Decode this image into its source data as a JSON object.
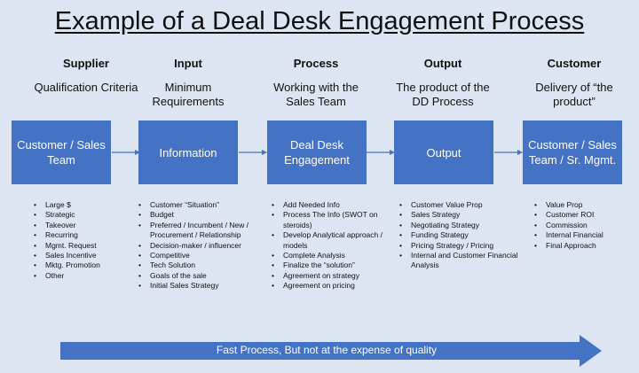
{
  "title": "Example of a Deal Desk Engagement Process",
  "columns": [
    {
      "heading": "Supplier",
      "subtitle": "Qualification Criteria",
      "box": "Customer / Sales Team",
      "bullets": [
        "Large $",
        "Strategic",
        "Takeover",
        "Recurring",
        "Mgmt. Request",
        "Sales Incentive",
        "Mktg. Promotion",
        "Other"
      ]
    },
    {
      "heading": "Input",
      "subtitle": "Minimum Requirements",
      "box": "Information",
      "bullets": [
        "Customer “Situation”",
        "Budget",
        "Preferred / Incumbent / New / Procurement / Relationship",
        "Decision-maker / influencer",
        "Competitive",
        "Tech Solution",
        "Goals of the sale",
        "Initial Sales Strategy"
      ]
    },
    {
      "heading": "Process",
      "subtitle": "Working with the Sales Team",
      "box": "Deal Desk Engagement",
      "bullets": [
        "Add Needed Info",
        "Process The Info (SWOT on steroids)",
        "Develop Analytical approach / models",
        "Complete Analysis",
        "Finalize the “solution”",
        "Agreement on strategy",
        "Agreement on pricing"
      ]
    },
    {
      "heading": "Output",
      "subtitle": "The product of the DD Process",
      "box": "Output",
      "bullets": [
        "Customer Value Prop",
        "Sales Strategy",
        "Negotiating Strategy",
        "Funding Strategy",
        "Pricing Strategy / Pricing",
        "Internal and Customer Financial Analysis"
      ]
    },
    {
      "heading": "Customer",
      "subtitle": "Delivery of “the product”",
      "box": "Customer / Sales Team / Sr. Mgmt.",
      "bullets": [
        "Value Prop",
        "Customer ROI",
        "Commission",
        "Internal Financial",
        "Final Approach"
      ]
    }
  ],
  "footer_arrow": "Fast Process, But not at the expense of quality",
  "colors": {
    "box": "#4472c4",
    "background": "#dde5f2",
    "arrow": "#4472c4"
  }
}
